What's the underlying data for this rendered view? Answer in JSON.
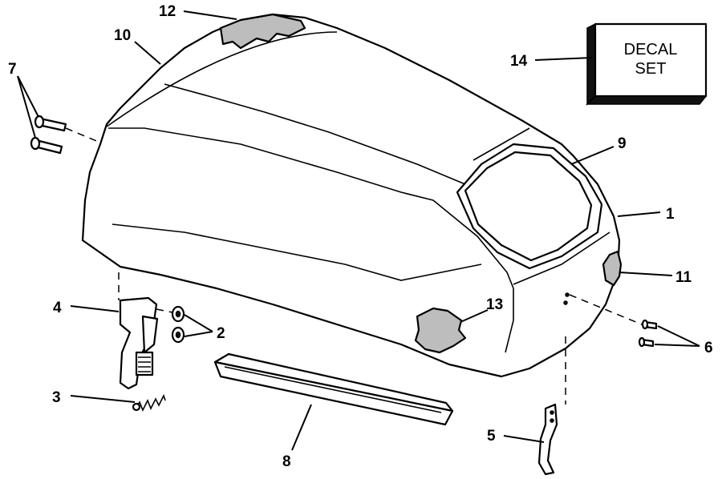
{
  "diagram": {
    "decal_box": {
      "line1": "DECAL",
      "line2": "SET"
    },
    "callouts": {
      "c1": "1",
      "c2": "2",
      "c3": "3",
      "c4": "4",
      "c5": "5",
      "c6": "6",
      "c7": "7",
      "c8": "8",
      "c9": "9",
      "c10": "10",
      "c11": "11",
      "c12": "12",
      "c13": "13",
      "c14": "14"
    },
    "parts": {
      "cover": "motor-cover",
      "latch": "latch-assembly",
      "spring": "spring",
      "bracket": "bracket",
      "seal": "seal-strip",
      "pins": "pins",
      "rivets": "rivets",
      "washers": "washers",
      "decals": "decal-patches"
    }
  }
}
